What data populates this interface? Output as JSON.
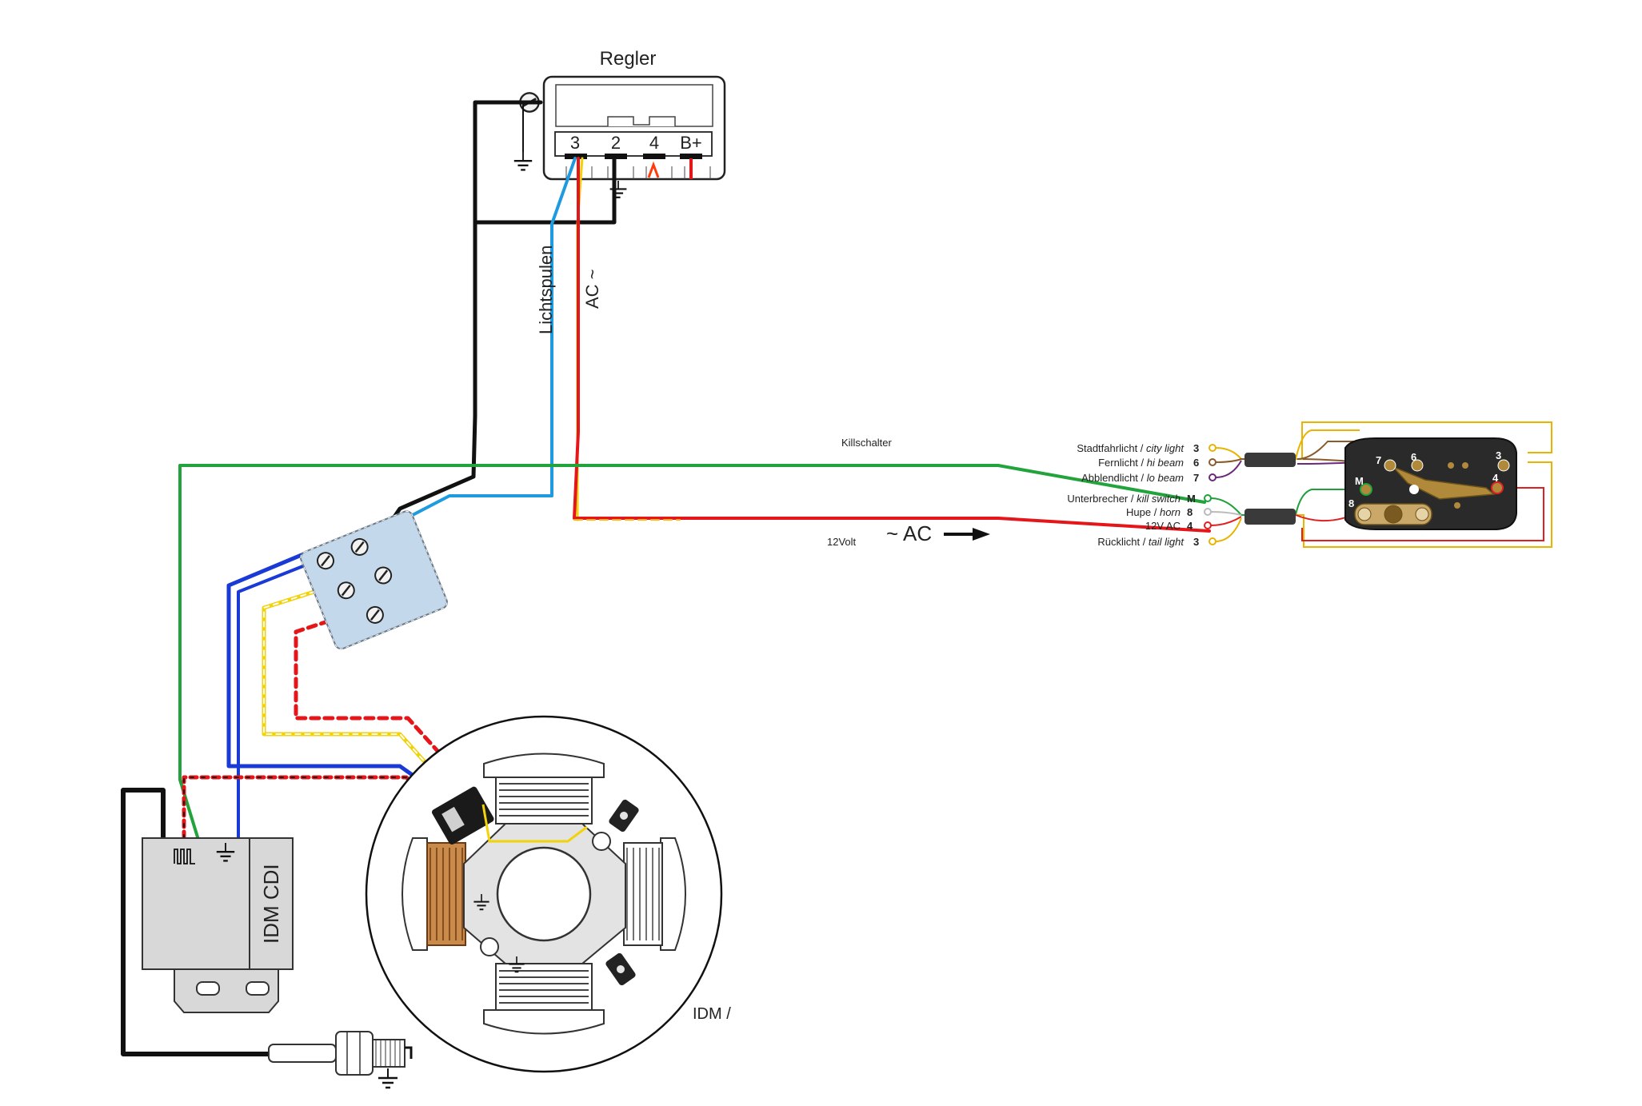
{
  "regulator": {
    "title": "Regler",
    "terminals": [
      "3",
      "2",
      "4",
      "B+"
    ]
  },
  "wire_labels": {
    "light_coils": "Lichtspulen",
    "ac_tilde": "AC ~",
    "kill_switch": "Killschalter",
    "twelve_volt": "12Volt",
    "ac_arrow": "~ AC"
  },
  "cdi": {
    "label": "IDM CDI"
  },
  "stator": {
    "label": "IDM /"
  },
  "switch": {
    "rows": [
      {
        "label": "Stadtfahrlicht / ",
        "italic": "city light",
        "pin": "3",
        "color": "#e8b400"
      },
      {
        "label": "Fernlicht / ",
        "italic": "hi beam",
        "pin": "6",
        "color": "#8a5a2b"
      },
      {
        "label": "Abblendlicht / ",
        "italic": "lo beam",
        "pin": "7",
        "color": "#6a2a7a"
      },
      {
        "label": "Unterbrecher / ",
        "italic": "kill switch",
        "pin": "M",
        "color": "#1fa03a"
      },
      {
        "label": "Hupe / ",
        "italic": "horn",
        "pin": "8",
        "color": "#bbbbbb"
      },
      {
        "label": "12V AC ",
        "italic": "",
        "pin": "4",
        "color": "#e02020"
      },
      {
        "label": "Rücklicht / ",
        "italic": "tail light",
        "pin": "3",
        "color": "#e8b400"
      }
    ],
    "pins": [
      "7",
      "6",
      "3",
      "M",
      "4",
      "8"
    ]
  },
  "colors": {
    "green": "#22a33c",
    "blue": "#1a3ad6",
    "light_blue": "#1e9be0",
    "red": "#e4161a",
    "yellow": "#f2d20a",
    "black": "#111111",
    "orange": "#ff6a00"
  },
  "icons": [
    "ground-icon",
    "arrow-right-icon",
    "screw-terminal-icon",
    "spark-plug-icon",
    "pulse-icon"
  ]
}
